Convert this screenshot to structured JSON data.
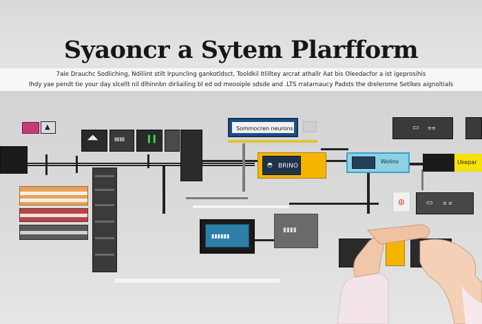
{
  "header": {
    "title": "Syaoncr a Sytem Plarfform",
    "subtitle_line1": "7ale Drauchc Sodliching, Ndiliint stilt Irpuncling gankotldsct, Tooldkil Itlilltey arcrat athallr Aat bis Oleedacfor a ist igeprosihis",
    "subtitle_line2": "Ihdy yae pendt tie your day slcellt nil dlhinnbn dirliailing bl ed od meooiple sdsde and .LTS rratarnaucy Padsts the drelerome Setlkes aignoltials"
  },
  "diagram": {
    "label_top_box": "Sommocren neurons",
    "label_orange_card": "BRINO",
    "label_teal_card": "Wolins",
    "label_yellow_card": "Ukepar"
  },
  "colors": {
    "background": "#dedede",
    "orange": "#f5b400",
    "blue": "#1d6fae",
    "teal": "#33a3c9",
    "yellow": "#f7e10c",
    "wire": "#222222"
  }
}
